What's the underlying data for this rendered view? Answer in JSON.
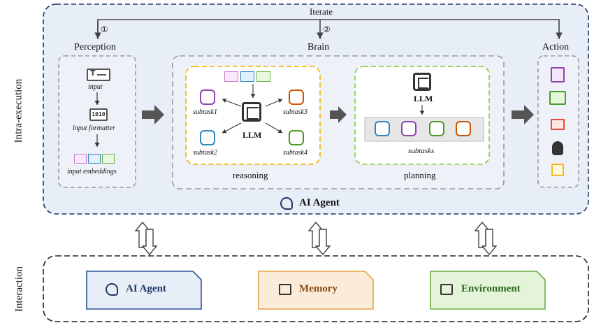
{
  "side_labels": {
    "top": "Intra-execution",
    "bottom": "Interaction"
  },
  "iterate": {
    "label": "Iterate",
    "step1": "①",
    "step2": "②"
  },
  "perception": {
    "title": "Perception",
    "items": [
      "input",
      "input formatter",
      "input embeddings"
    ]
  },
  "brain": {
    "title": "Brain",
    "reasoning": {
      "label": "reasoning",
      "llm": "LLM",
      "subtasks": [
        "subtask1",
        "subtask2",
        "subtask3",
        "subtask4"
      ]
    },
    "planning": {
      "label": "planning",
      "llm": "LLM",
      "subtasks_label": "subtasks"
    }
  },
  "action": {
    "title": "Action"
  },
  "agent_label": "AI Agent",
  "interaction": {
    "cards": [
      {
        "label": "AI Agent",
        "icon": "brain-head-icon",
        "fill": "#e8eef7",
        "border": "#2f5597"
      },
      {
        "label": "Memory",
        "icon": "memory-chip-icon",
        "fill": "#fbecd9",
        "border": "#e6a445"
      },
      {
        "label": "Environment",
        "icon": "archive-box-icon",
        "fill": "#e3f4d9",
        "border": "#70ad47"
      }
    ]
  },
  "colors": {
    "panel_fill": "#e8eef8",
    "panel_border": "#1f3864",
    "reasoning_border": "#f2b816",
    "planning_border": "#92d050",
    "purple": "#8e44ad",
    "green": "#4c9a2a",
    "blue": "#2e86c1",
    "orange": "#d35400",
    "red": "#e74c3c"
  }
}
